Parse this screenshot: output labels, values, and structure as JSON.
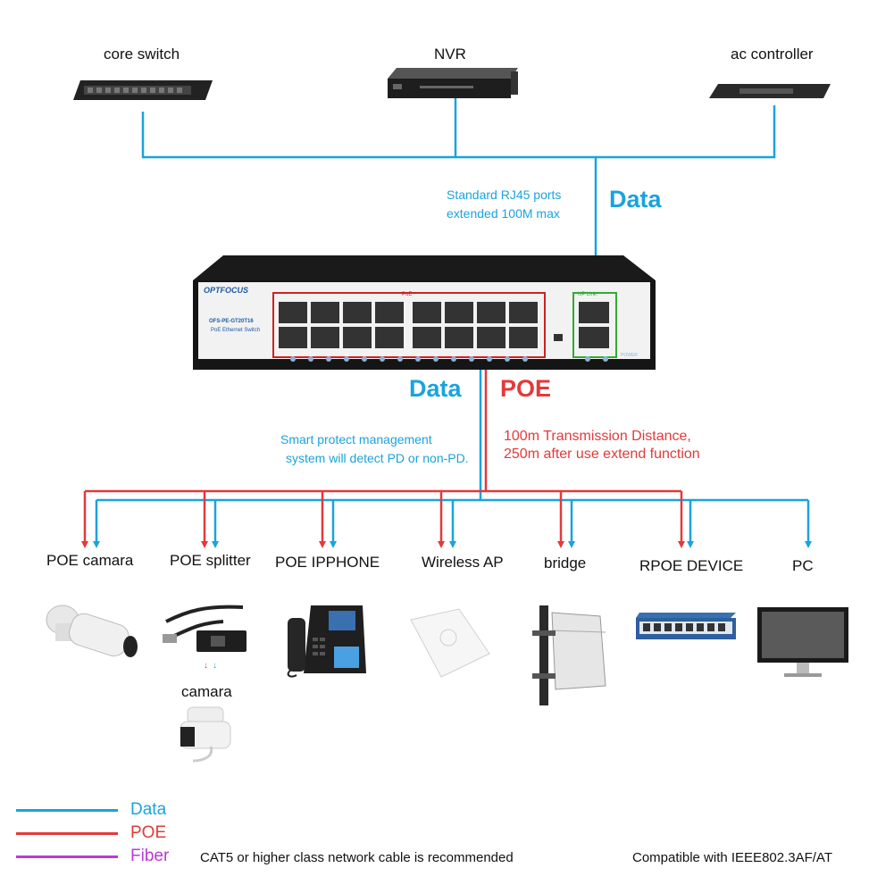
{
  "top_devices": {
    "core_switch": "core switch",
    "nvr": "NVR",
    "ac_controller": "ac controller"
  },
  "uplink_note": [
    "Standard RJ45 ports",
    "extended 100M max"
  ],
  "data_label_top": "Data",
  "switch": {
    "brand": "OPTFOCUS",
    "model": "OFS-PE-GT20T16",
    "subtitle": "PoE Ethernet Switch",
    "poe_group": "PoE",
    "uplink_group": "UP Link",
    "power": "POWER"
  },
  "data_label_mid": "Data",
  "poe_label_mid": "POE",
  "protect_note": [
    "Smart protect management",
    "system will detect PD or non-PD."
  ],
  "distance_note": [
    "100m Transmission Distance,",
    "250m after use extend function"
  ],
  "endpoints": [
    {
      "label": "POE camara"
    },
    {
      "label": "POE splitter"
    },
    {
      "label": "POE IPPHONE"
    },
    {
      "label": "Wireless AP"
    },
    {
      "label": "bridge"
    },
    {
      "label": "RPOE DEVICE"
    },
    {
      "label": "PC"
    }
  ],
  "camara_label": "camara",
  "legend": [
    {
      "label": "Data",
      "color": "#1aa3dd"
    },
    {
      "label": "POE",
      "color": "#e23a3a"
    },
    {
      "label": "Fiber",
      "color": "#b83bd6"
    }
  ],
  "footer_left": "CAT5 or higher class network cable is recommended",
  "footer_right": "Compatible with IEEE802.3AF/AT"
}
